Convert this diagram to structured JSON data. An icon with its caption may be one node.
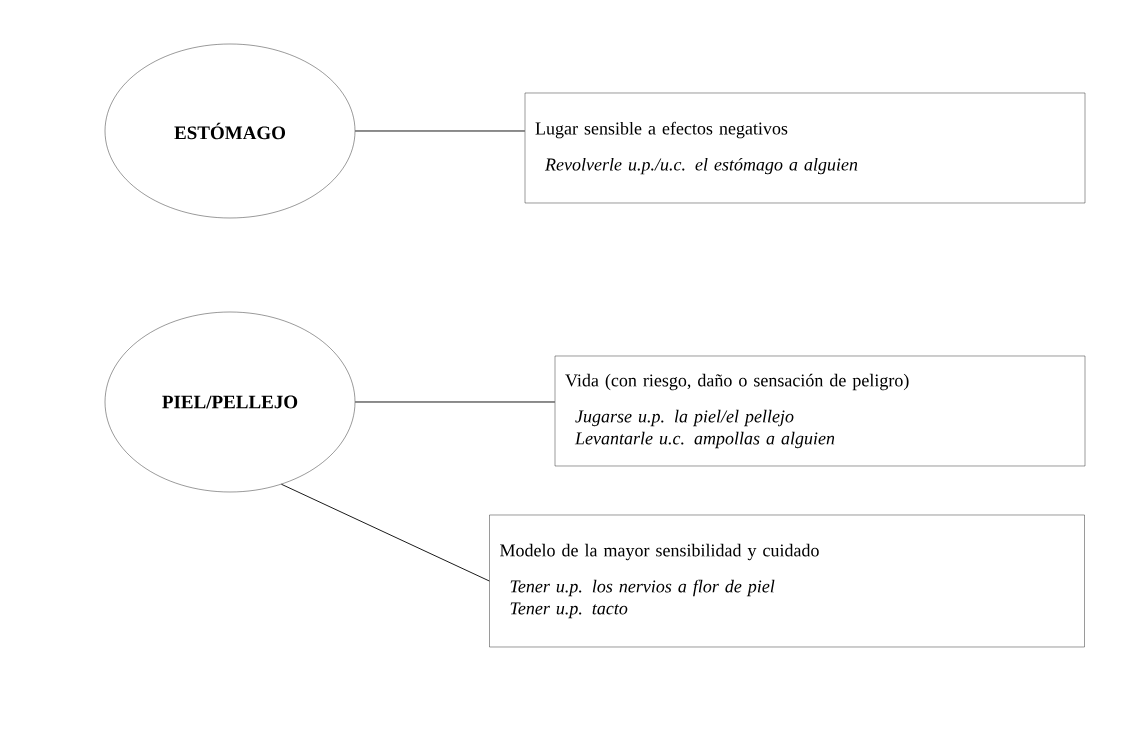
{
  "diagram": {
    "nodes": [
      {
        "text": [
          "ESTÓMAGO"
        ]
      },
      {
        "text": [
          "Lugar sensible a efectos negativos",
          "Revolverle u.p./u.c. el estómago a alguien"
        ]
      },
      {
        "text": [
          "PIEL/PELLEJO"
        ]
      },
      {
        "text": [
          "Vida (con riesgo, daño o sensación de peligro)",
          "Jugarse u.p. la piel/el pellejo",
          "Levantarle u.c. ampollas a alguien"
        ]
      },
      {
        "text": [
          "Modelo de la mayor sensibilidad  y cuidado",
          "Tener u.p. los nervios a flor de piel",
          "Tener u.p. tacto"
        ]
      }
    ],
    "edges": [
      {
        "from": 0,
        "to": 1,
        "arrow": "none"
      },
      {
        "from": 2,
        "to": 3,
        "arrow": "none"
      },
      {
        "from": 2,
        "to": 4,
        "arrow": "none"
      }
    ]
  }
}
